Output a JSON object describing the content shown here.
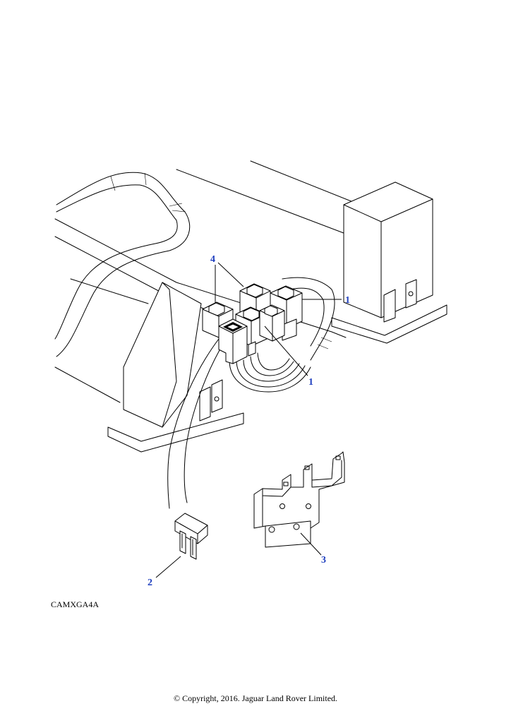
{
  "callouts": {
    "c1a": "1",
    "c1b": "1",
    "c2": "2",
    "c3": "3",
    "c4": "4"
  },
  "drawing_code": "CAMXGA4A",
  "copyright": "© Copyright, 2016. Jaguar Land Rover Limited.",
  "colors": {
    "callout": "#1f3fbf",
    "line": "#000000",
    "background": "#ffffff"
  }
}
